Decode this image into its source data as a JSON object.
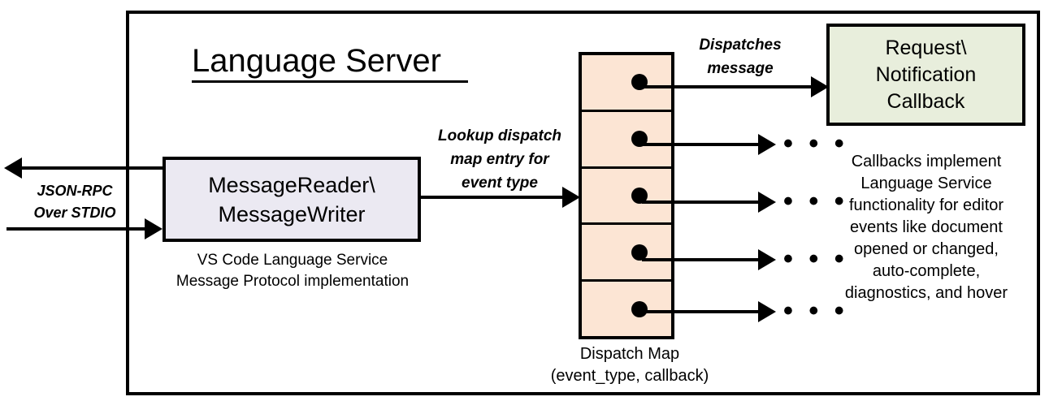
{
  "diagram": {
    "title": "Language Server",
    "frame_border_color": "#000000",
    "background": "#ffffff"
  },
  "external_io": {
    "label": "JSON-RPC\nOver STDIO",
    "inbound_arrow": "arrow-right-icon",
    "outbound_arrow": "arrow-left-icon"
  },
  "message_io": {
    "box_label": "MessageReader\\\nMessageWriter",
    "box_fill": "#ebe9f2",
    "caption": "VS Code Language Service\nMessage Protocol implementation"
  },
  "lookup": {
    "label": "Lookup dispatch\nmap entry for\nevent type"
  },
  "dispatch_map": {
    "caption": "Dispatch Map\n(event_type, callback)",
    "fill": "#fce5d4",
    "rows": [
      {
        "dot": "entry-dot-icon",
        "out_arrow": "arrow-right-icon",
        "target": "callback-box"
      },
      {
        "dot": "entry-dot-icon",
        "out_arrow": "arrow-right-icon",
        "target": "ellipsis"
      },
      {
        "dot": "entry-dot-icon",
        "out_arrow": "arrow-right-icon",
        "target": "ellipsis"
      },
      {
        "dot": "entry-dot-icon",
        "out_arrow": "arrow-right-icon",
        "target": "ellipsis"
      },
      {
        "dot": "entry-dot-icon",
        "out_arrow": "arrow-right-icon",
        "target": "ellipsis"
      }
    ],
    "ellipsis_glyph": "• • •"
  },
  "dispatch": {
    "label": "Dispatches\nmessage"
  },
  "callback": {
    "box_label": "Request\\\nNotification\nCallback",
    "box_fill": "#e8eedc",
    "caption": "Callbacks implement\nLanguage Service\nfunctionality for editor\nevents like document\nopened or changed,\nauto-complete,\ndiagnostics, and hover"
  }
}
